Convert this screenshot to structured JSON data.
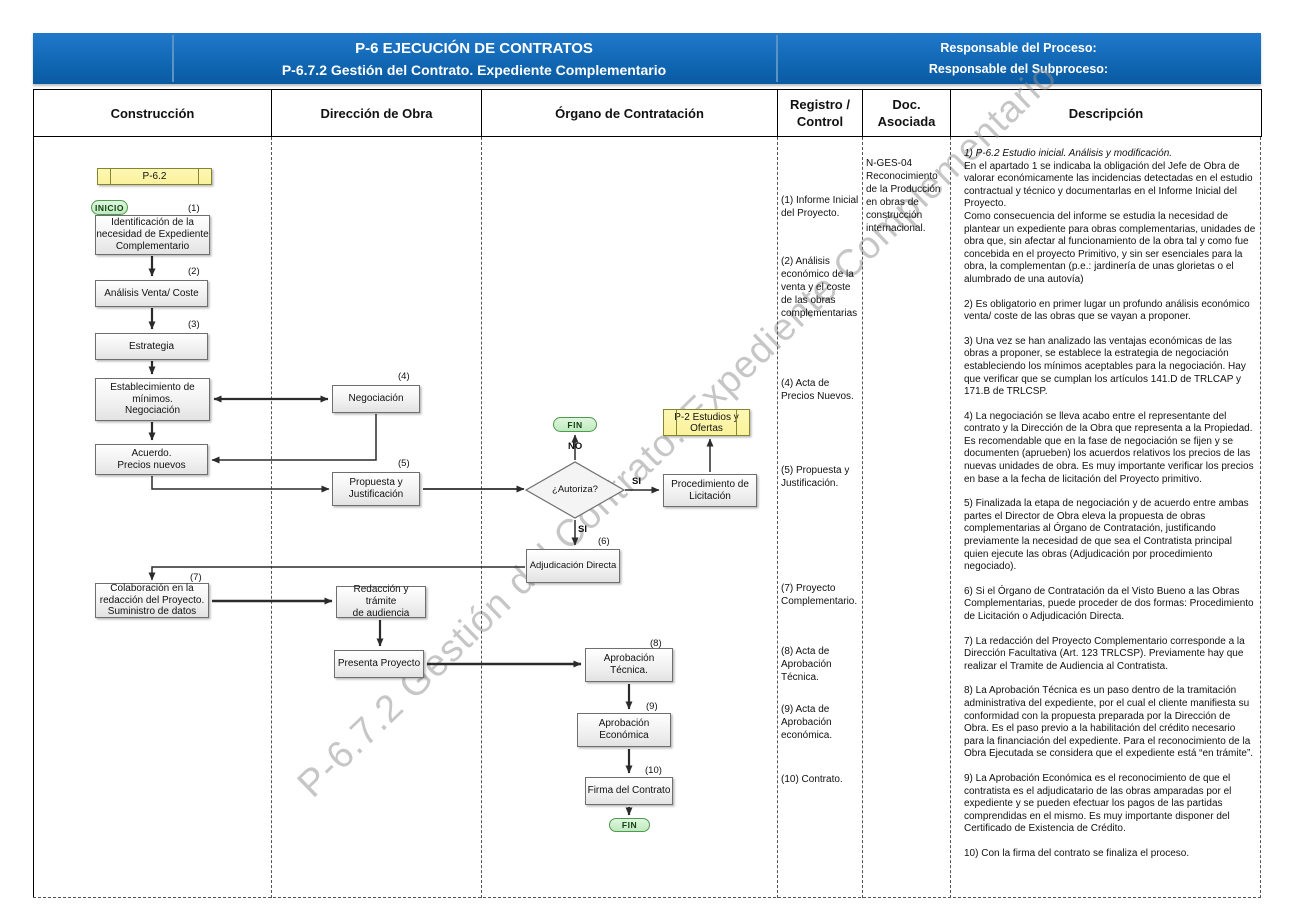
{
  "header": {
    "title_line1": "P-6 EJECUCIÓN DE CONTRATOS",
    "title_line2": "P-6.7.2 Gestión del Contrato. Expediente Complementario",
    "responsible_line1": "Responsable del Proceso:",
    "responsible_line2": "Responsable del Subproceso:"
  },
  "table": {
    "columns": [
      "Construcción",
      "Dirección de Obra",
      "Órgano de Contratación",
      "Registro / Control",
      "Doc. Asociada",
      "Descripción"
    ]
  },
  "watermark": {
    "text": "P-6.7.2 Gestión del Contrato. Expediente Complementario"
  },
  "colors": {
    "header_blue": "#1168b4",
    "shape_yellow": "#faf29c",
    "terminator_green": "#bfeabf",
    "box_gray_border": "#6f6f6f"
  },
  "flow": {
    "p62_label": "P-6.2",
    "inicio_label": "INICIO",
    "fin_top_label": "FIN",
    "fin_bottom_label": "FIN",
    "no_label": "NO",
    "si_right_label": "SI",
    "si_down_label": "SI",
    "nodes": {
      "identificacion": {
        "num": "(1)",
        "label": "Identificación de la\nnecesidad de Expediente\nComplementario"
      },
      "analisis": {
        "num": "(2)",
        "label": "Análisis Venta/ Coste"
      },
      "estrategia": {
        "num": "(3)",
        "label": "Estrategia"
      },
      "establecimiento": {
        "label": "Establecimiento de\nmínimos.\nNegociación"
      },
      "acuerdo": {
        "label": "Acuerdo.\nPrecios nuevos"
      },
      "colaboracion": {
        "num": "(7)",
        "label": "Colaboración en la\nredacción del Proyecto.\nSuministro de datos"
      },
      "negociacion": {
        "num": "(4)",
        "label": "Negociación"
      },
      "propuesta": {
        "num": "(5)",
        "label": "Propuesta y\nJustificación"
      },
      "redaccion": {
        "label": "Redacción y trámite\nde audiencia"
      },
      "presenta": {
        "label": "Presenta Proyecto"
      },
      "autoriza": {
        "label": "¿Autoriza?"
      },
      "procedimiento": {
        "label": "Procedimiento de\nLicitación"
      },
      "p2_estudios": {
        "label": "P-2 Estudios y\nOfertas"
      },
      "adjudicacion": {
        "num": "(6)",
        "label": "Adjudicación Directa"
      },
      "aprobacion_tecnica": {
        "num": "(8)",
        "label": "Aprobación Técnica."
      },
      "aprobacion_economica": {
        "num": "(9)",
        "label": "Aprobación\nEconómica"
      },
      "firma": {
        "num": "(10)",
        "label": "Firma del Contrato"
      }
    }
  },
  "registro_control": {
    "items": [
      "(1) Informe Inicial del Proyecto.",
      "(2) Análisis económico de la venta y el coste de las obras complementarias",
      "(4) Acta de Precios Nuevos.",
      "(5) Propuesta y Justificación.",
      "(7) Proyecto Complementario.",
      "(8) Acta de Aprobación Técnica.",
      "(9) Acta de Aprobación económica.",
      "(10) Contrato."
    ]
  },
  "doc_asociada": {
    "text": "N-GES-04 Reconocimiento de la Producción en obras de construcción internacional."
  },
  "descripcion": {
    "p1_italic": "1) P-6.2 Estudio inicial. Análisis y modificación.",
    "p1": "En el apartado 1 se indicaba la obligación del Jefe de Obra de valorar económicamente las incidencias detectadas en el estudio contractual y técnico y documentarlas en el Informe Inicial del Proyecto.\nComo consecuencia del informe se estudia la necesidad de plantear un expediente para obras complementarias, unidades de obra que, sin afectar al funcionamiento de la obra tal y como fue concebida en el proyecto Primitivo, y sin ser esenciales para la obra, la complementan (p.e.: jardinería de unas glorietas o el alumbrado de una autovía)",
    "p2": "2) Es obligatorio en primer lugar un profundo análisis económico venta/ coste de las obras que se vayan a proponer.",
    "p3": "3) Una vez se han analizado las ventajas económicas de las obras a proponer, se establece la estrategia de negociación estableciendo los mínimos aceptables para la negociación. Hay que verificar que se cumplan los artículos 141.D de TRLCAP y 171.B de TRLCSP.",
    "p4": "4) La negociación se lleva acabo entre el representante del contrato y la Dirección de la Obra que representa a la Propiedad.\nEs recomendable que en la fase de negociación se fijen y se documenten (aprueben) los acuerdos relativos los precios de las nuevas unidades de obra. Es muy importante verificar los precios en base a la fecha de licitación del Proyecto primitivo.",
    "p5": "5) Finalizada la etapa de negociación y de acuerdo entre ambas partes el Director de Obra eleva la propuesta de obras complementarias al Órgano de Contratación, justificando previamente la necesidad de que sea el Contratista principal quien ejecute las obras (Adjudicación por procedimiento negociado).",
    "p6": "6) Si el Órgano de Contratación da el Visto Bueno a las Obras Complementarias, puede proceder de dos formas: Procedimiento de Licitación o Adjudicación Directa.",
    "p7": "7) La redacción del Proyecto Complementario corresponde a la Dirección Facultativa (Art. 123 TRLCSP). Previamente hay que realizar el Tramite de Audiencia al Contratista.",
    "p8": "8) La Aprobación Técnica es un paso dentro de la tramitación administrativa del expediente, por el cual el cliente manifiesta su conformidad con la propuesta preparada por la Dirección de Obra. Es el paso previo a la habilitación del crédito necesario para la financiación del expediente. Para el reconocimiento de la Obra Ejecutada se considera que el expediente está “en trámite”.",
    "p9": "9) La Aprobación Económica es el reconocimiento de que el contratista es el adjudicatario de las obras amparadas por el expediente y se pueden efectuar los pagos de las partidas comprendidas en el mismo. Es muy importante disponer del Certificado de Existencia de Crédito.",
    "p10": "10) Con la firma del contrato se finaliza el proceso."
  }
}
